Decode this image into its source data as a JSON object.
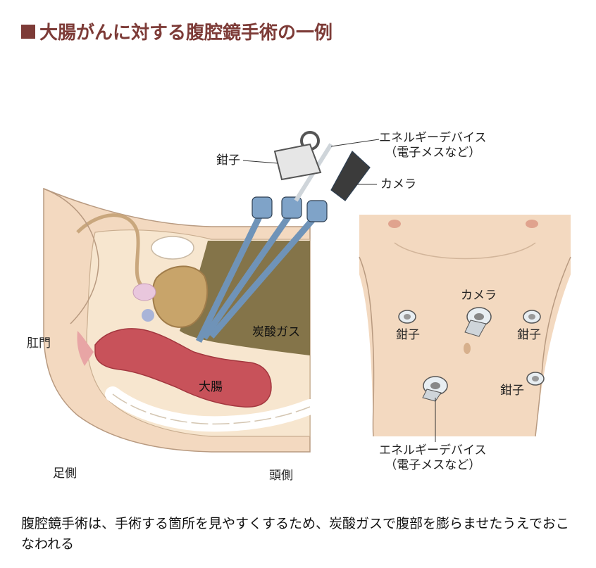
{
  "title": "大腸がんに対する腹腔鏡手術の一例",
  "labels": {
    "forceps_top": "鉗子",
    "energy_top_line1": "エネルギーデバイス",
    "energy_top_line2": "（電子メスなど）",
    "camera_top": "カメラ",
    "anus": "肛門",
    "co2": "炭酸ガス",
    "colon": "大腸",
    "foot_side": "足側",
    "head_side": "頭側",
    "camera_port": "カメラ",
    "forceps_left": "鉗子",
    "forceps_right": "鉗子",
    "forceps_lower": "鉗子",
    "energy_bottom_line1": "エネルギーデバイス",
    "energy_bottom_line2": "（電子メスなど）"
  },
  "caption": "腹腔鏡手術は、手術する箇所を見やすくするため、炭酸ガスで腹部を膨らませたうえでおこなわれる",
  "colors": {
    "title": "#7d3b37",
    "skin": "#f3d9c0",
    "gas": "#7a6a3e",
    "colon": "#c8525a",
    "instrument": "#6f93b8"
  }
}
